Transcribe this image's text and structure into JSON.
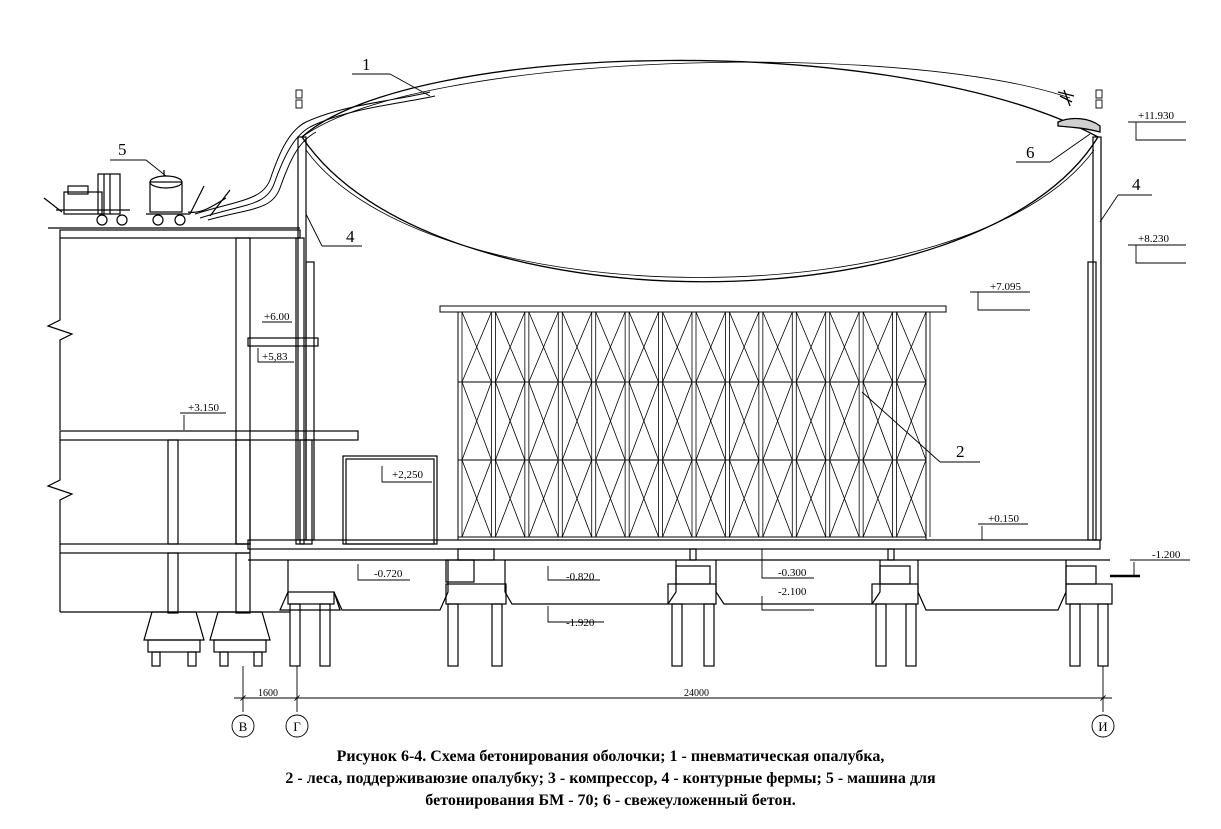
{
  "figure": {
    "caption": [
      "Рисунок 6-4. Схема бетонирования оболочки;  1 - пневматическая опалубка,",
      "2 - леса, поддерживаюзие опалубку; 3 - компрессор, 4 - контурные фермы; 5 - машина для",
      "бетонирования БМ - 70; 6 - свежеуложенный бетон."
    ]
  },
  "callouts": [
    "1",
    "2",
    "4",
    "4",
    "5",
    "6"
  ],
  "levels": [
    "+11.930",
    "+8.230",
    "+7.095",
    "+6.00",
    "+5,83",
    "+3.150",
    "+2,250",
    "+0.150",
    "-0.720",
    "-0.820",
    "-0.300",
    "-2.100",
    "-1.920",
    "-1.200"
  ],
  "dimensions": [
    "1600",
    "24000"
  ],
  "axes": [
    "В",
    "Г",
    "И"
  ]
}
